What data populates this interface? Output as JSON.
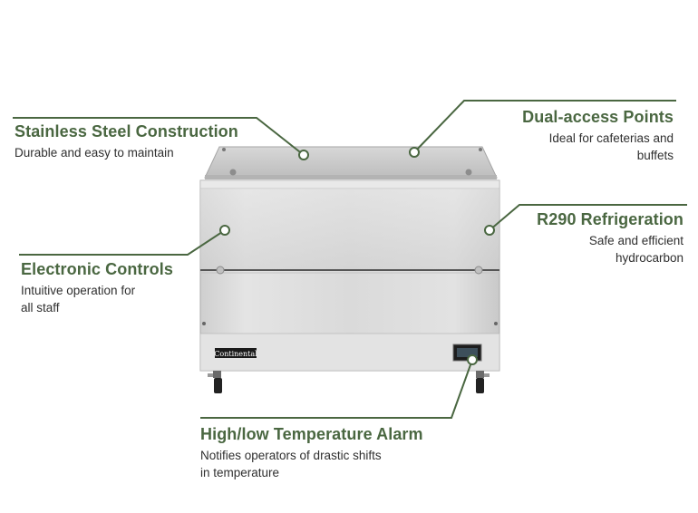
{
  "features": [
    {
      "id": "stainless",
      "title": "Stainless Steel Construction",
      "desc": [
        "Durable and easy to maintain"
      ]
    },
    {
      "id": "dual",
      "title": "Dual-access Points",
      "desc": [
        "Ideal for cafeterias and",
        "buffets"
      ]
    },
    {
      "id": "r290",
      "title": "R290 Refrigeration",
      "desc": [
        "Safe and efficient",
        "hydrocarbon"
      ]
    },
    {
      "id": "electronic",
      "title": "Electronic Controls",
      "desc": [
        "Intuitive operation for",
        "all staff"
      ]
    },
    {
      "id": "alarm",
      "title": "High/low Temperature Alarm",
      "desc": [
        "Notifies operators of drastic shifts",
        "in temperature"
      ]
    }
  ],
  "product": {
    "brand_logo": "Continental"
  },
  "colors": {
    "accent": "#4a6741",
    "steel": "#d9d9d9",
    "steel_dark": "#9a9a9a"
  }
}
